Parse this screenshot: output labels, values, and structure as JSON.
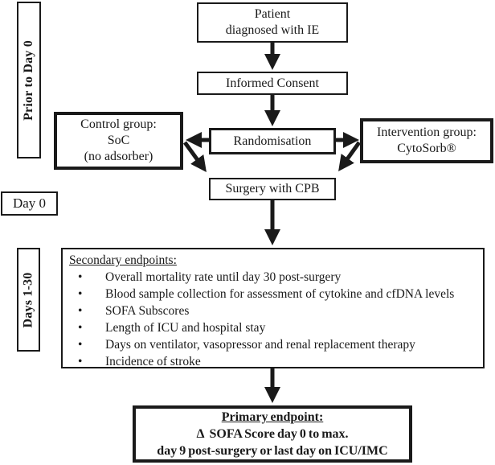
{
  "diagram": {
    "title_semantic": "Clinical trial flow diagram",
    "colors": {
      "ink": "#1a1a1a",
      "background": "#ffffff"
    },
    "bullet_char": "•"
  },
  "stages": {
    "prior": {
      "label": "Prior to Day 0"
    },
    "day0": {
      "label": "Day 0"
    },
    "days130": {
      "label": "Days 1-30"
    }
  },
  "flow": {
    "patient": {
      "line1": "Patient",
      "line2": "diagnosed with IE"
    },
    "informed": {
      "label": "Informed Consent"
    },
    "randomisation": {
      "label": "Randomisation"
    },
    "control": {
      "line1": "Control group:",
      "line2": "SoC",
      "line3": "(no adsorber)"
    },
    "intervention": {
      "line1": "Intervention group:",
      "line2": "CytoSorb®"
    },
    "surgery": {
      "label": "Surgery with CPB"
    },
    "secondary": {
      "heading": "Secondary endpoints:",
      "bullets": [
        "Overall mortality rate until day 30 post-surgery",
        "Blood sample collection for assessment of cytokine and cfDNA levels",
        "SOFA Subscores",
        "Length of ICU and hospital stay",
        "Days on ventilator, vasopressor and renal replacement therapy",
        "Incidence of stroke"
      ]
    },
    "primary": {
      "heading": "Primary endpoint:",
      "line1": "Δ  SOFA Score day 0 to max.",
      "line2": "day 9 post-surgery or last day on ICU/IMC"
    }
  }
}
